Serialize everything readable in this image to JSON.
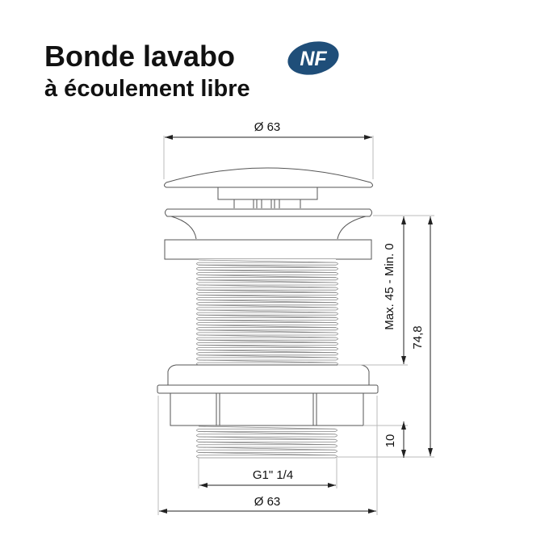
{
  "header": {
    "title": "Bonde lavabo",
    "subtitle": "à écoulement libre",
    "certification_badge": {
      "label": "NF",
      "color": "#1f4e79",
      "text_color": "#ffffff"
    }
  },
  "drawing": {
    "line_color": "#555555",
    "dimension_color": "#222222",
    "dimensions": {
      "top_diameter": "Ø 63",
      "bottom_diameter": "Ø 63",
      "thread_size": "G1\" 1/4",
      "clamping_range": "Max. 45 - Min. 0",
      "total_height": "74,8",
      "thread_length": "10"
    }
  }
}
